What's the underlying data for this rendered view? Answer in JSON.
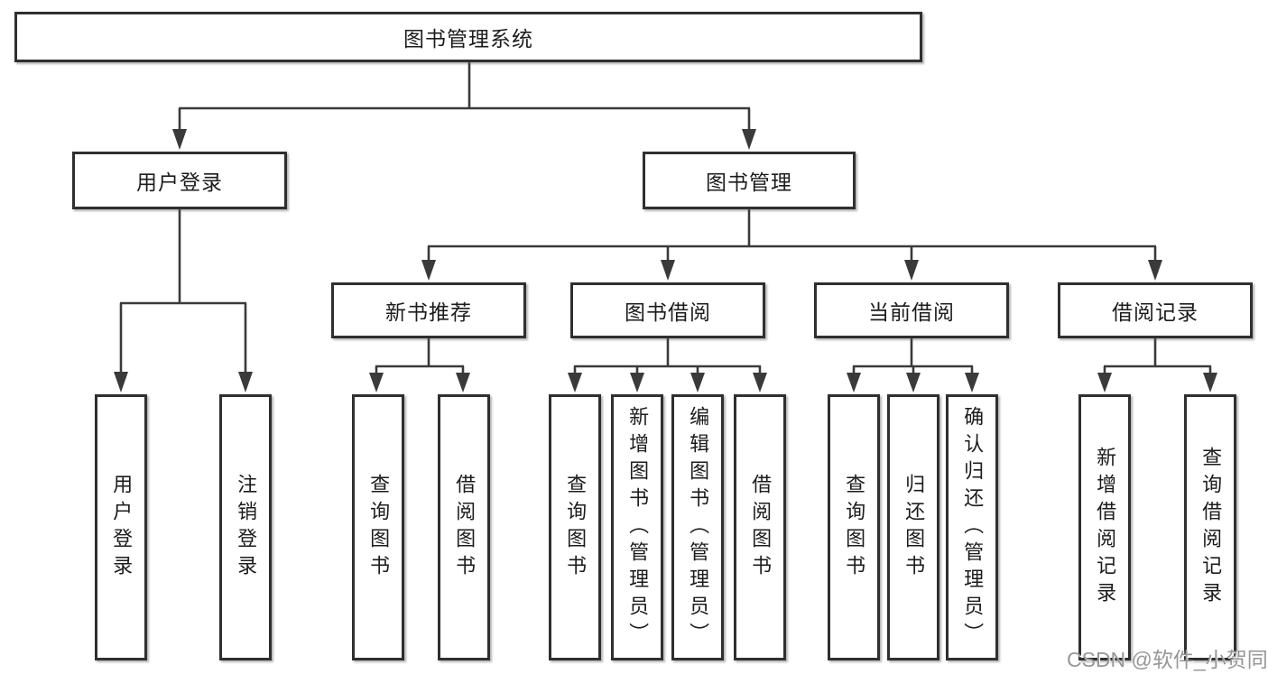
{
  "page": {
    "background": "#ffffff"
  },
  "nodes": {
    "root": "图书管理系统",
    "user_login": "用户登录",
    "book_management": "图书管理",
    "sections": [
      "新书推荐",
      "图书借阅",
      "当前借阅",
      "借阅记录"
    ],
    "leaves": {
      "login": [
        "用户登录",
        "注销登录"
      ],
      "new_book": [
        "查询图书",
        "借阅图书"
      ],
      "borrowing": [
        "查询图书",
        "新增图书（管理员）",
        "编辑图书（管理员）",
        "借阅图书"
      ],
      "current": [
        "查询图书",
        "归还图书",
        "确认归还（管理员）"
      ],
      "records": [
        "新增借阅记录",
        "查询借阅记录"
      ]
    }
  },
  "watermark": {
    "text": "CSDN @软件_小贺同学"
  },
  "colors": {
    "line": "#3a3a3a",
    "box_border": "#2f2f2f",
    "box_fill": "#ffffff",
    "text": "#1c1c1c",
    "watermark": "#979797"
  }
}
